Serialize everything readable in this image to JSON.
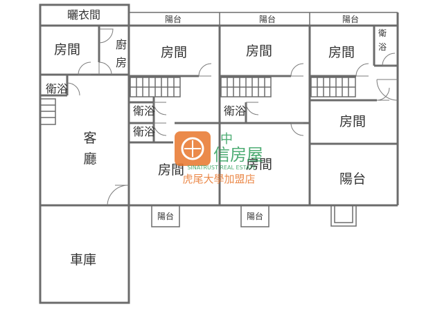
{
  "rooms": {
    "closet": "曬衣間",
    "room_top_left": "房間",
    "kitchen": "廚房",
    "bath_left": "衛浴",
    "living": "客廳",
    "garage": "車庫",
    "balcony_top_1": "陽台",
    "balcony_top_2": "陽台",
    "balcony_top_3": "陽台",
    "room_u1_top": "房間",
    "room_u2_top": "房間",
    "room_u3_top": "房間",
    "bath_u3_side": "衛浴",
    "bath_u1_a": "衛浴",
    "bath_u1_b": "衛浴",
    "bath_u2": "衛浴",
    "room_u1_bottom": "房間",
    "room_u2_bottom": "房間",
    "room_u3_mid": "房間",
    "balcony_u3": "陽台",
    "balcony_bottom_1": "陽台",
    "balcony_bottom_2": "陽台"
  },
  "watermark": {
    "line1": "中",
    "line2": "信房屋",
    "line3": "SINATRUST REAL ESTATE",
    "line4": "虎尾大學加盟店",
    "color_green": "#2e9e5b",
    "color_orange": "#e8762c"
  }
}
